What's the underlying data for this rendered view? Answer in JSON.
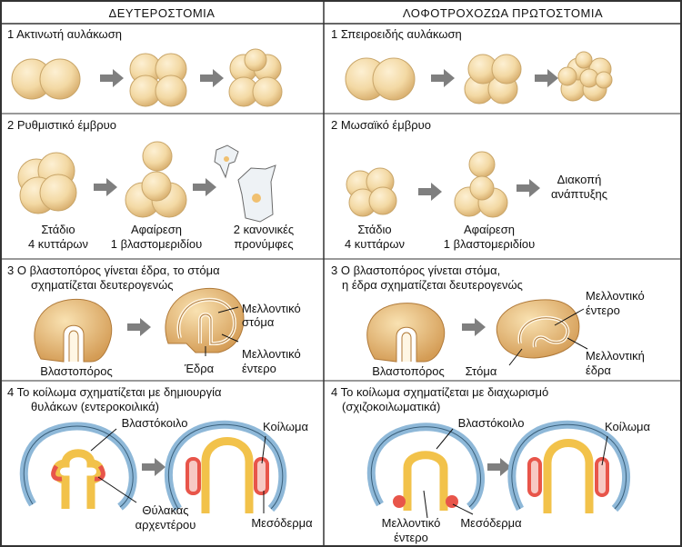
{
  "columns": {
    "left_header": "ΔΕΥΤΕΡΟΣΤΟΜΙΑ",
    "right_header": "ΛΟΦΟΤΡΟΧΟΖΩΑ ΠΡΩΤΟΣΤΟΜΙΑ"
  },
  "left": {
    "p1": {
      "title": "1 Ακτινωτή αυλάκωση"
    },
    "p2": {
      "title": "2 Ρυθμιστικό έμβρυο",
      "label1_line1": "Στάδιο",
      "label1_line2": "4 κυττάρων",
      "label2_line1": "Αφαίρεση",
      "label2_line2": "1 βλαστομεριδίου",
      "label3_line1": "2 κανονικές",
      "label3_line2": "προνύμφες"
    },
    "p3": {
      "title_line1": "3 Ο βλαστοπόρος γίνεται έδρα, το στόμα",
      "title_line2": "σχηματίζεται δευτερογενώς",
      "blastopore": "Βλαστοπόρος",
      "future_mouth_line1": "Μελλοντικό",
      "future_mouth_line2": "στόμα",
      "future_gut_line1": "Μελλοντικό",
      "future_gut_line2": "έντερο",
      "anus": "Έδρα"
    },
    "p4": {
      "title_line1": "4 Το κοίλωμα σχηματίζεται με δημιουργία",
      "title_line2": "θυλάκων (εντεροκοιλικά)",
      "blastocoel": "Βλαστόκοιλο",
      "coelom": "Κοίλωμα",
      "pouch_line1": "Θύλακας",
      "pouch_line2": "αρχεντέρου",
      "mesoderm": "Μεσόδερμα"
    }
  },
  "right": {
    "p1": {
      "title": "1 Σπειροειδής αυλάκωση"
    },
    "p2": {
      "title": "2 Μωσαϊκό έμβρυο",
      "label1_line1": "Στάδιο",
      "label1_line2": "4 κυττάρων",
      "label2_line1": "Αφαίρεση",
      "label2_line2": "1 βλαστομεριδίου",
      "label3_line1": "Διακοπή",
      "label3_line2": "ανάπτυξης"
    },
    "p3": {
      "title_line1": "3 Ο βλαστοπόρος γίνεται στόμα,",
      "title_line2": "η έδρα σχηματίζεται δευτερογενώς",
      "blastopore": "Βλαστοπόρος",
      "mouth": "Στόμα",
      "future_gut_line1": "Μελλοντικό",
      "future_gut_line2": "έντερο",
      "future_anus_line1": "Μελλοντική",
      "future_anus_line2": "έδρα"
    },
    "p4": {
      "title_line1": "4 Το κοίλωμα σχηματίζεται με διαχωρισμό",
      "title_line2": "(σχιζοκοιλωματικά)",
      "blastocoel": "Βλαστόκοιλο",
      "coelom": "Κοίλωμα",
      "future_gut_line1": "Μελλοντικό",
      "future_gut_line2": "έντερο",
      "mesoderm": "Μεσόδερμα"
    }
  },
  "colors": {
    "cell_fill": "#f3d9a4",
    "cell_edge": "#c9a66a",
    "arrow": "#7f7f7f",
    "ectoderm": "#8eb8d8",
    "endoderm": "#f2c24a",
    "mesoderm": "#e8554a",
    "grid_line": "#333333"
  }
}
